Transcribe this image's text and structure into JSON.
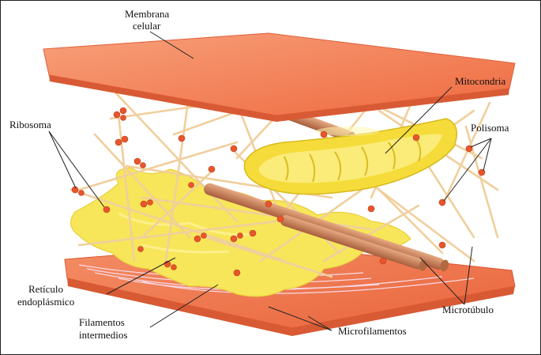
{
  "labels": {
    "membrana_line1": "Membrana",
    "membrana_line2": "celular",
    "mitocondria": "Mitocondria",
    "ribosoma": "Ribosoma",
    "polisoma": "Polisoma",
    "reticulo_line1": "Retículo",
    "reticulo_line2": "endoplásmico",
    "filamentos_line1": "Filamentos",
    "filamentos_line2": "intermedios",
    "microfilamentos": "Microfilamentos",
    "microtubulo": "Microtúbulo"
  },
  "colors": {
    "membrane": "#f47d55",
    "membrane_edge": "#e0603a",
    "er_yellow": "#f7e65a",
    "mito_yellow": "#f5dc3a",
    "filament": "#f2d2a0",
    "microtubule": "#c97f58",
    "ribosome": "#e8552c"
  }
}
